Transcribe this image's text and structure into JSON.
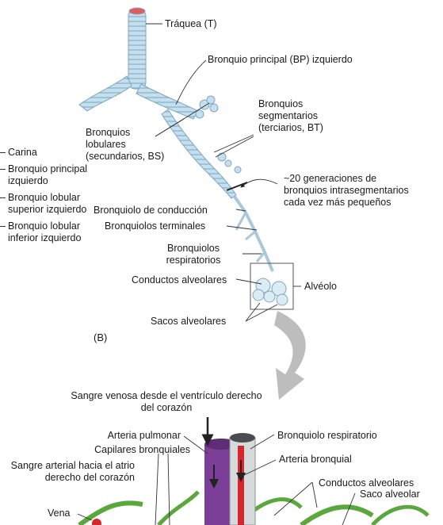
{
  "panel_label": "(B)",
  "left_labels": [
    "Carina",
    "Bronquio principal izquierdo",
    "Bronquio lobular superior izquierdo",
    "Bronquio lobular inferior izquierdo"
  ],
  "labels": {
    "trachea": "Tráquea (T)",
    "main_bronchus": "Bronquio principal (BP) izquierdo",
    "segmental": "Bronquios segmentarios (terciarios, BT)",
    "lobular": "Bronquios lobulares (secundarios, BS)",
    "generations": "~20 generaciones de bronquios intrasegmentarios cada vez más pequeños",
    "conducting_bronchiole": "Bronquiolo de conducción",
    "terminal_bronchioles": "Bronquiolos terminales",
    "respiratory_bronchioles": "Bronquiolos respiratorios",
    "alveolar_ducts": "Conductos alveolares",
    "alveolus": "Alvéolo",
    "alveolar_sacs": "Sacos alveolares"
  },
  "lower_labels": {
    "venous_blood": "Sangre venosa desde el ventrículo derecho del corazón",
    "pulmonary_artery": "Arteria pulmonar",
    "bronchial_capillaries": "Capilares bronquiales",
    "arterial_blood": "Sangre arterial hacia el atrio derecho del corazón",
    "vein": "Vena",
    "respiratory_bronchiole": "Bronquiolo respiratorio",
    "bronchial_artery": "Arteria bronquial",
    "alveolar_ducts": "Conductos alveolares",
    "alveolar_sac": "Saco alveolar"
  },
  "colors": {
    "airway": "#b9d9ea",
    "airway_stroke": "#7fa6bd",
    "artery_purple": "#7b3f98",
    "artery_red": "#d8262e",
    "vessel_green": "#5aa83c",
    "arrow_gray": "#b5b5b5"
  }
}
